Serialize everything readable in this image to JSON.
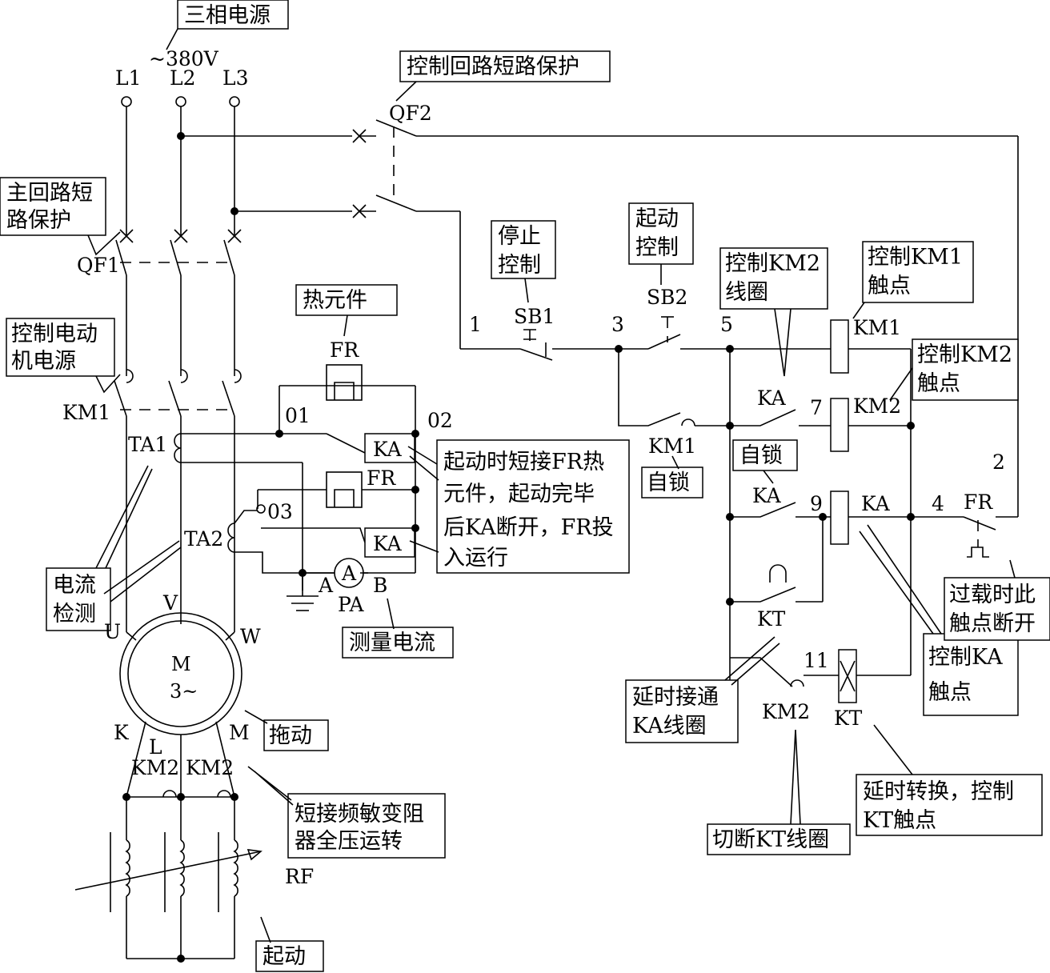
{
  "supply": {
    "title": "三相电源",
    "voltage": "~380V",
    "phases": [
      "L1",
      "L2",
      "L3"
    ]
  },
  "components": {
    "qf1": "QF1",
    "qf2": "QF2",
    "km1": "KM1",
    "km2": "KM2",
    "ta1": "TA1",
    "ta2": "TA2",
    "fr": "FR",
    "ka": "KA",
    "pa": "PA",
    "ammeter": "A",
    "sb1": "SB1",
    "sb2": "SB2",
    "kt": "KT",
    "rf": "RF",
    "motor": "M",
    "motor_phase": "3~"
  },
  "terminals": {
    "u": "U",
    "v": "V",
    "w": "W",
    "k": "K",
    "l": "L",
    "m": "M",
    "a": "A",
    "b": "B",
    "n01": "01",
    "n02": "02",
    "n03": "03",
    "n1": "1",
    "n2": "2",
    "n3": "3",
    "n4": "4",
    "n5": "5",
    "n7": "7",
    "n9": "9",
    "n11": "11"
  },
  "callouts": {
    "control_short": "控制回路短路保护",
    "main_short_1": "主回路短",
    "main_short_2": "路保护",
    "motor_power_1": "控制电动",
    "motor_power_2": "机电源",
    "current_detect_1": "电流",
    "current_detect_2": "检测",
    "thermal": "热元件",
    "stop_1": "停止",
    "stop_2": "控制",
    "start_1": "起动",
    "start_2": "控制",
    "km2_coil_1": "控制KM2",
    "km2_coil_2": "线圈",
    "km1_contact_1": "控制KM1",
    "km1_contact_2": "触点",
    "km2_contact_1": "控制KM2",
    "km2_contact_2": "触点",
    "short_fr_1": "起动时短接FR热",
    "short_fr_2": "元件，起动完毕",
    "short_fr_3": "后KA断开，FR投",
    "short_fr_4": "入运行",
    "self_lock_km1": "自锁",
    "self_lock_ka": "自锁",
    "measure": "测量电流",
    "drag": "拖动",
    "short_rf_1": "短接频敏变阻",
    "short_rf_2": "器全压运转",
    "start_rf": "起动",
    "delay_ka_1": "延时接通",
    "delay_ka_2": "KA线圈",
    "ka_contact_1": "控制KA",
    "ka_contact_2": "触点",
    "cut_kt": "切断KT线圈",
    "delay_kt_1": "延时转换，控制",
    "delay_kt_2": "KT触点",
    "overload_1": "过载时此",
    "overload_2": "触点断开"
  }
}
